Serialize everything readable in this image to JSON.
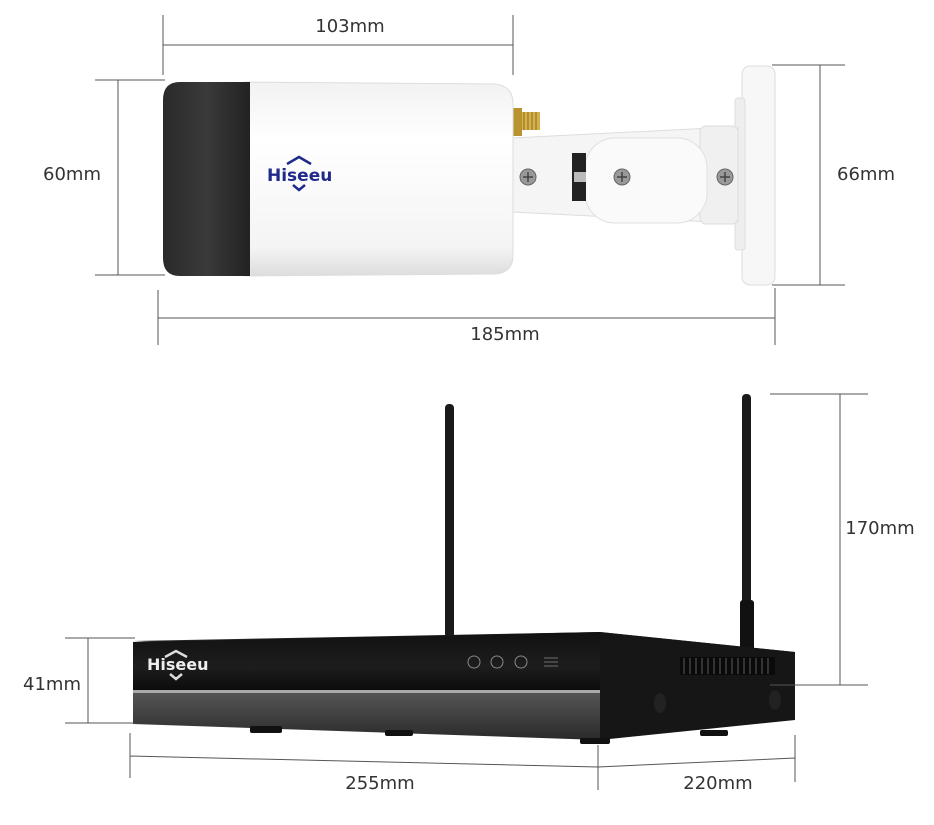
{
  "camera": {
    "brand": "Hiseeu",
    "dimensions": {
      "length_body": "103mm",
      "height_body": "60mm",
      "height_mount": "66mm",
      "length_total": "185mm"
    }
  },
  "nvr": {
    "brand": "Hiseeu",
    "dimensions": {
      "antenna_height": "170mm",
      "height": "41mm",
      "width": "255mm",
      "depth": "220mm"
    }
  },
  "colors": {
    "logo_blue": "#1f2a8a",
    "nvr_body": "#1a1a1a",
    "camera_body": "#ffffff"
  }
}
